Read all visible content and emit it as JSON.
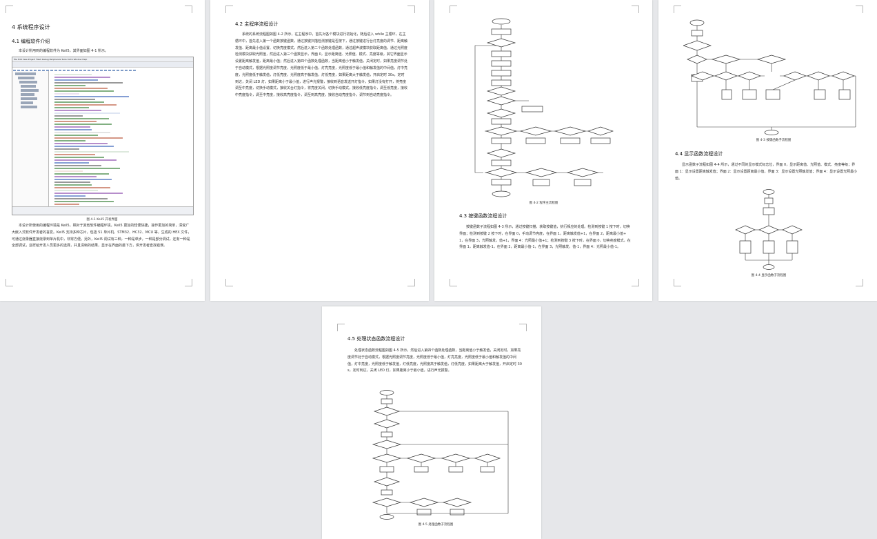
{
  "page1": {
    "heading_ch4": "4 系统程序设计",
    "heading_41": "4.1 编程软件介绍",
    "intro": "本设计所用到的编程软件为 Keil5，其界面如图 4-1 所示。",
    "figure_caption": "图 4-1 Keil5 开发界面",
    "body": "本设计所使用的编程环境是 Keil5，相对于其他软件编程环境，Keil5 更加的轻便快捷，操作更加的简单，深受广大嵌入式软件开发者的喜爱。Keil5 支持多种芯片，包括 51 单片机、STM32、HC32、MCU 等，生成的 HEX 文件，可通过烧录器直接烧录到单片机中，非常方便。另外，Keil5 调试有三种，一种是单步，一种是部分调试，还有一种是全部调试，这样给开发人员更多的选择，并且清晰的结果，显示在界面的最下方，供开发者查找错误。",
    "ide": {
      "menu": "File Edit View Project Flash Debug Peripherals Tools SVCS Window Help"
    }
  },
  "page2": {
    "heading_42": "4.2 主程序流程设计",
    "body": "系统的系统流程图如图 4-2 所示，在主程序中，首先对各个模块进行初始化，随后进入 while 主循环，在主循环中，首先进入第一个函数按键函数，通过按键扫描检测按键是否按下，通过按键进行台灯亮度的调节、距离触发值、距离最小值设置、切换亮度模式，然后进入第二个函数处理函数，通过超声波模块获取距离值，通过光照度检测模块获取光照值，然后进入第三个函数显示，界面 0，显示距离值、光照值、模式、亮度等级，其它界面显示设置距离触发值，距离最小值；然后进入第四个函数处理函数，当距离值小于触发值，关闭定时，如果亮度调节处于自动模式，根据光照度调节亮度，光照度低于最小值，灯亮亮度，光照度低于最小值和触发值的中间值，灯中亮度，光照度低于触发值，灯低亮度，光照度高于触发值，灯低亮度，如果距离大于触发值，开启定时 30s，定时到达，关闭 LED 灯，如果距离小于最小值，进行声光报警，接收到语音发送开灯指令，如果灯没有打开，将亮度调至中亮度，切换手动模式，接收关台灯指令，将亮度关闭，切换手动模式，接收低亮度指令，调至低亮度，接收中亮度指令，调至中亮度，接收高亮度指令，调至到高亮度，接收自动亮度指令，调节到自动亮度指令。"
  },
  "page3": {
    "figure_caption_42": "图 4-2 程序主流程图",
    "heading_43": "4.3 按键函数流程设计",
    "body": "按键函数子流程如图 4-3 所示，通过按键扫描，获取按键值，执行相应的处理。检测到按键 1 按下时，切换界面；检测到按键 2 按下时，在界面 0，手动调节亮度，在界面 1，距离触发值+1，在界面 2，距离最小值+1，在界面 3，光照触发，值+1，界面 4：光照最小值+1；检测到按键 3 按下时，在界面 0，切换亮度模式，在界面 1，距离触发值-1，在界面 2，距离最小值-1，在界面 3，光照触发，值-1，界面 4：光照最小值-1。"
  },
  "page4": {
    "figure_caption_43": "图 4-3 按键函数子流程图",
    "heading_44": "4.4 显示函数流程设计",
    "body": "显示函数子流程如图 4-4 所示，通过不同的显示模式标志位，界面 0，显示距离值、光照值、模式、亮度等级；界面 1：显示设置距离触发值；界面 2：显示设置距离最小值，界面 3：显示设置光照触发值；界面 4：显示设置光照最小值。",
    "figure_caption_44": "图 4-4 显示函数子流程图"
  },
  "page5": {
    "heading_45": "4.5 处理状态函数流程设计",
    "body": "处理状态函数流程图如图 4-5 所示，然后进入第四个函数处理函数，当距离值小于触发值，关闭定时，如果亮度调节处于自动模式，根据光照度调节亮度，光照度低于最小值，灯亮亮度，光照度低于最小值和触发值的中间值，灯中亮度，光照度低于触发值，灯低亮度，光照度高于触发值，灯低亮度，如果距离大于触发值，开启定时 30s，定时到达，关闭 LED 灯，如果距离小于最小值，进行声光报警。",
    "figure_caption_45": "图 4-5 处理函数子流程图"
  }
}
